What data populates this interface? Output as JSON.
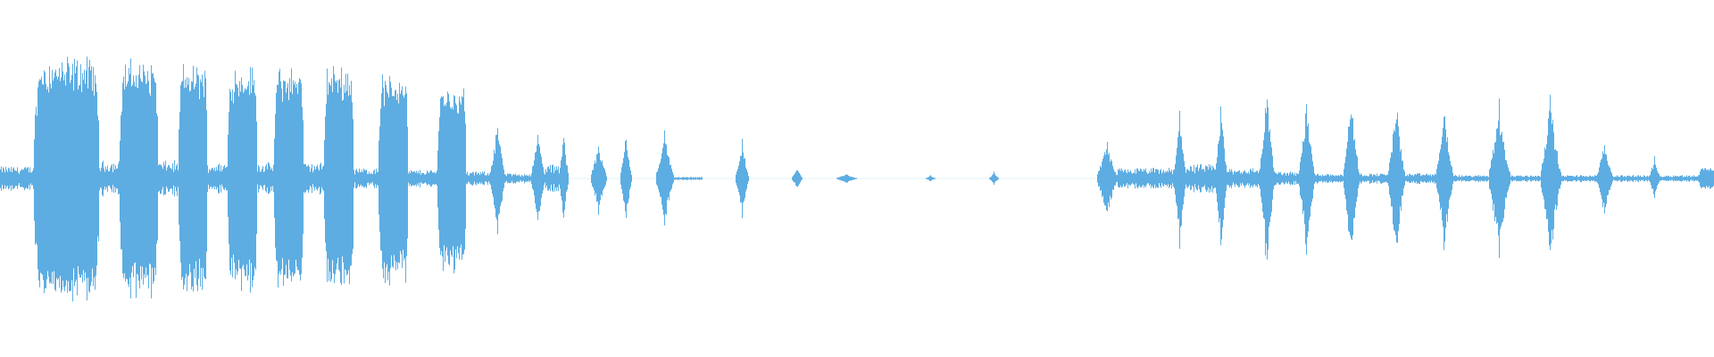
{
  "waveform": {
    "color": "#5dade2",
    "background": "#ffffff",
    "segments": [
      {
        "start": 0.0,
        "end": 0.02,
        "amp": 0.07,
        "shape": "noise"
      },
      {
        "start": 0.02,
        "end": 0.058,
        "amp": 0.68,
        "shape": "block"
      },
      {
        "start": 0.058,
        "end": 0.07,
        "amp": 0.1,
        "shape": "noise"
      },
      {
        "start": 0.07,
        "end": 0.092,
        "amp": 0.66,
        "shape": "block"
      },
      {
        "start": 0.092,
        "end": 0.104,
        "amp": 0.1,
        "shape": "noise"
      },
      {
        "start": 0.104,
        "end": 0.121,
        "amp": 0.64,
        "shape": "block"
      },
      {
        "start": 0.121,
        "end": 0.133,
        "amp": 0.09,
        "shape": "noise"
      },
      {
        "start": 0.133,
        "end": 0.15,
        "amp": 0.63,
        "shape": "block"
      },
      {
        "start": 0.15,
        "end": 0.16,
        "amp": 0.09,
        "shape": "noise"
      },
      {
        "start": 0.16,
        "end": 0.177,
        "amp": 0.62,
        "shape": "block"
      },
      {
        "start": 0.177,
        "end": 0.189,
        "amp": 0.09,
        "shape": "noise"
      },
      {
        "start": 0.189,
        "end": 0.206,
        "amp": 0.63,
        "shape": "block"
      },
      {
        "start": 0.206,
        "end": 0.221,
        "amp": 0.06,
        "shape": "noise"
      },
      {
        "start": 0.221,
        "end": 0.238,
        "amp": 0.58,
        "shape": "block"
      },
      {
        "start": 0.238,
        "end": 0.255,
        "amp": 0.05,
        "shape": "noise"
      },
      {
        "start": 0.255,
        "end": 0.272,
        "amp": 0.52,
        "shape": "block"
      },
      {
        "start": 0.272,
        "end": 0.286,
        "amp": 0.04,
        "shape": "noise"
      },
      {
        "start": 0.286,
        "end": 0.295,
        "amp": 0.38,
        "shape": "spike"
      },
      {
        "start": 0.295,
        "end": 0.31,
        "amp": 0.03,
        "shape": "noise"
      },
      {
        "start": 0.31,
        "end": 0.318,
        "amp": 0.3,
        "shape": "spike"
      },
      {
        "start": 0.318,
        "end": 0.326,
        "amp": 0.08,
        "shape": "noise"
      },
      {
        "start": 0.326,
        "end": 0.332,
        "amp": 0.3,
        "shape": "spike"
      },
      {
        "start": 0.345,
        "end": 0.354,
        "amp": 0.24,
        "shape": "spike"
      },
      {
        "start": 0.362,
        "end": 0.369,
        "amp": 0.28,
        "shape": "spike"
      },
      {
        "start": 0.383,
        "end": 0.393,
        "amp": 0.3,
        "shape": "spike"
      },
      {
        "start": 0.393,
        "end": 0.41,
        "amp": 0.01,
        "shape": "noise"
      },
      {
        "start": 0.429,
        "end": 0.437,
        "amp": 0.24,
        "shape": "spike"
      },
      {
        "start": 0.462,
        "end": 0.468,
        "amp": 0.07,
        "shape": "spike"
      },
      {
        "start": 0.488,
        "end": 0.5,
        "amp": 0.03,
        "shape": "spike"
      },
      {
        "start": 0.54,
        "end": 0.546,
        "amp": 0.02,
        "shape": "spike"
      },
      {
        "start": 0.577,
        "end": 0.583,
        "amp": 0.04,
        "shape": "spike"
      },
      {
        "start": 0.64,
        "end": 0.652,
        "amp": 0.24,
        "shape": "spike"
      },
      {
        "start": 0.652,
        "end": 0.685,
        "amp": 0.06,
        "shape": "noise"
      },
      {
        "start": 0.685,
        "end": 0.692,
        "amp": 0.45,
        "shape": "spike"
      },
      {
        "start": 0.692,
        "end": 0.709,
        "amp": 0.08,
        "shape": "noise"
      },
      {
        "start": 0.709,
        "end": 0.716,
        "amp": 0.48,
        "shape": "spike"
      },
      {
        "start": 0.716,
        "end": 0.735,
        "amp": 0.06,
        "shape": "noise"
      },
      {
        "start": 0.735,
        "end": 0.744,
        "amp": 0.6,
        "shape": "spike"
      },
      {
        "start": 0.744,
        "end": 0.758,
        "amp": 0.04,
        "shape": "noise"
      },
      {
        "start": 0.758,
        "end": 0.767,
        "amp": 0.52,
        "shape": "spike"
      },
      {
        "start": 0.767,
        "end": 0.784,
        "amp": 0.03,
        "shape": "noise"
      },
      {
        "start": 0.784,
        "end": 0.793,
        "amp": 0.54,
        "shape": "spike"
      },
      {
        "start": 0.793,
        "end": 0.81,
        "amp": 0.03,
        "shape": "noise"
      },
      {
        "start": 0.81,
        "end": 0.82,
        "amp": 0.51,
        "shape": "spike"
      },
      {
        "start": 0.82,
        "end": 0.838,
        "amp": 0.03,
        "shape": "noise"
      },
      {
        "start": 0.838,
        "end": 0.848,
        "amp": 0.47,
        "shape": "spike"
      },
      {
        "start": 0.848,
        "end": 0.869,
        "amp": 0.02,
        "shape": "noise"
      },
      {
        "start": 0.869,
        "end": 0.881,
        "amp": 0.48,
        "shape": "spike"
      },
      {
        "start": 0.881,
        "end": 0.899,
        "amp": 0.02,
        "shape": "noise"
      },
      {
        "start": 0.899,
        "end": 0.911,
        "amp": 0.52,
        "shape": "spike"
      },
      {
        "start": 0.911,
        "end": 0.932,
        "amp": 0.02,
        "shape": "noise"
      },
      {
        "start": 0.932,
        "end": 0.941,
        "amp": 0.24,
        "shape": "spike"
      },
      {
        "start": 0.941,
        "end": 0.962,
        "amp": 0.02,
        "shape": "noise"
      },
      {
        "start": 0.962,
        "end": 0.969,
        "amp": 0.13,
        "shape": "spike"
      },
      {
        "start": 0.969,
        "end": 0.991,
        "amp": 0.02,
        "shape": "noise"
      },
      {
        "start": 0.991,
        "end": 1.0,
        "amp": 0.06,
        "shape": "block"
      }
    ]
  }
}
